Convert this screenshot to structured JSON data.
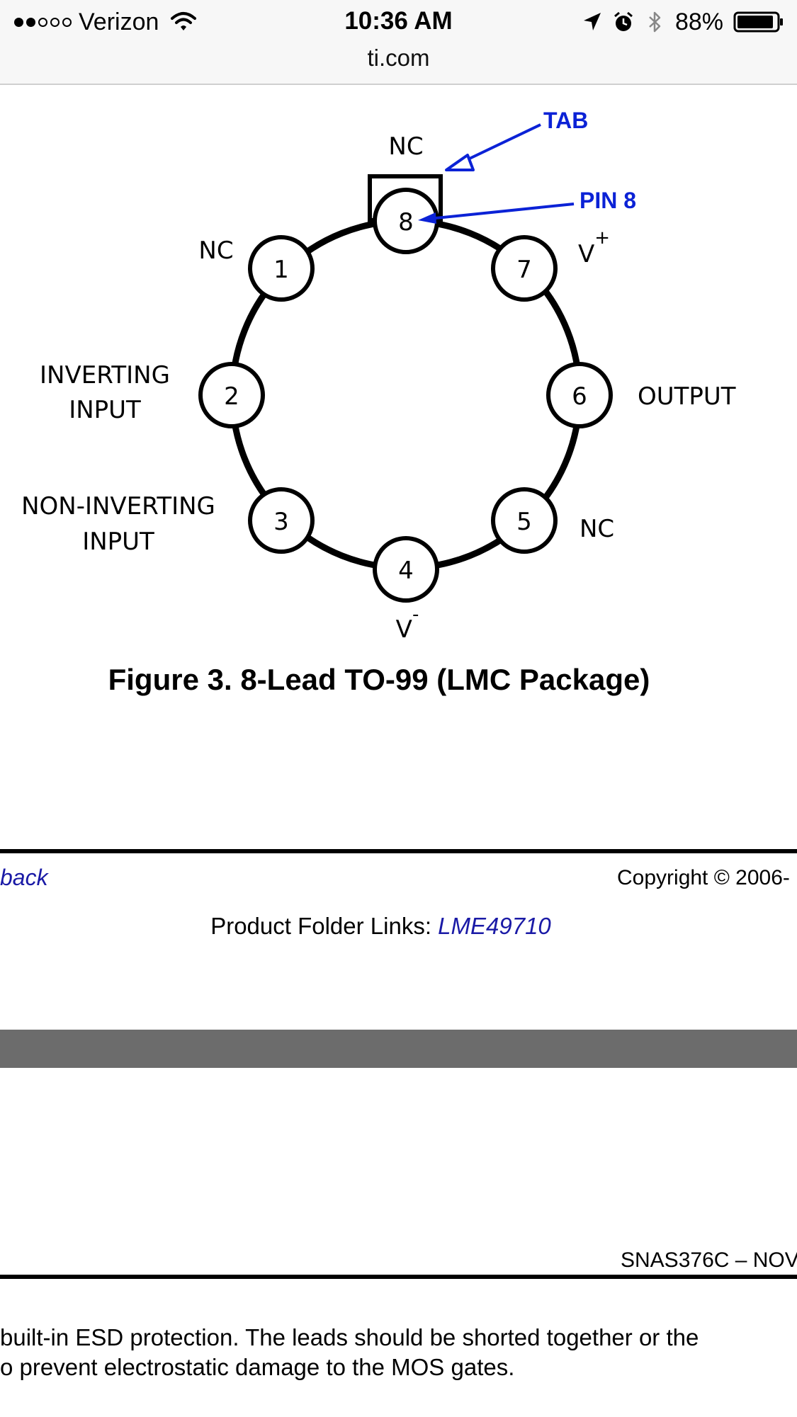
{
  "status_bar": {
    "carrier": "Verizon",
    "time": "10:36 AM",
    "battery": "88%",
    "signal_filled": 2,
    "signal_total": 5
  },
  "browser": {
    "url": "ti.com"
  },
  "diagram": {
    "pins": [
      {
        "number": "1",
        "label": "NC"
      },
      {
        "number": "2",
        "label_lines": [
          "INVERTING",
          "INPUT"
        ]
      },
      {
        "number": "3",
        "label_lines": [
          "NON-INVERTING",
          "INPUT"
        ]
      },
      {
        "number": "4",
        "label": "V",
        "superscript": "-"
      },
      {
        "number": "5",
        "label": "NC"
      },
      {
        "number": "6",
        "label": "OUTPUT"
      },
      {
        "number": "7",
        "label": "V",
        "superscript": "+"
      },
      {
        "number": "8",
        "label": "NC"
      }
    ],
    "callouts": {
      "tab": "TAB",
      "pin8": "PIN 8"
    },
    "callout_color": "#0b22d6"
  },
  "figure": {
    "caption": "Figure 3.  8-Lead TO-99 (LMC Package)"
  },
  "footer": {
    "feedback_link": "back",
    "copyright": "Copyright © 2006-",
    "product_folder_prefix": "Product Folder Links: ",
    "product_folder_link": "LME49710",
    "link_color": "#1a1aa6"
  },
  "next_page": {
    "doc_id": "SNAS376C – NOV",
    "body_lines": [
      " built-in ESD protection. The leads should be shorted together or the",
      "o prevent electrostatic damage to the MOS gates."
    ]
  }
}
